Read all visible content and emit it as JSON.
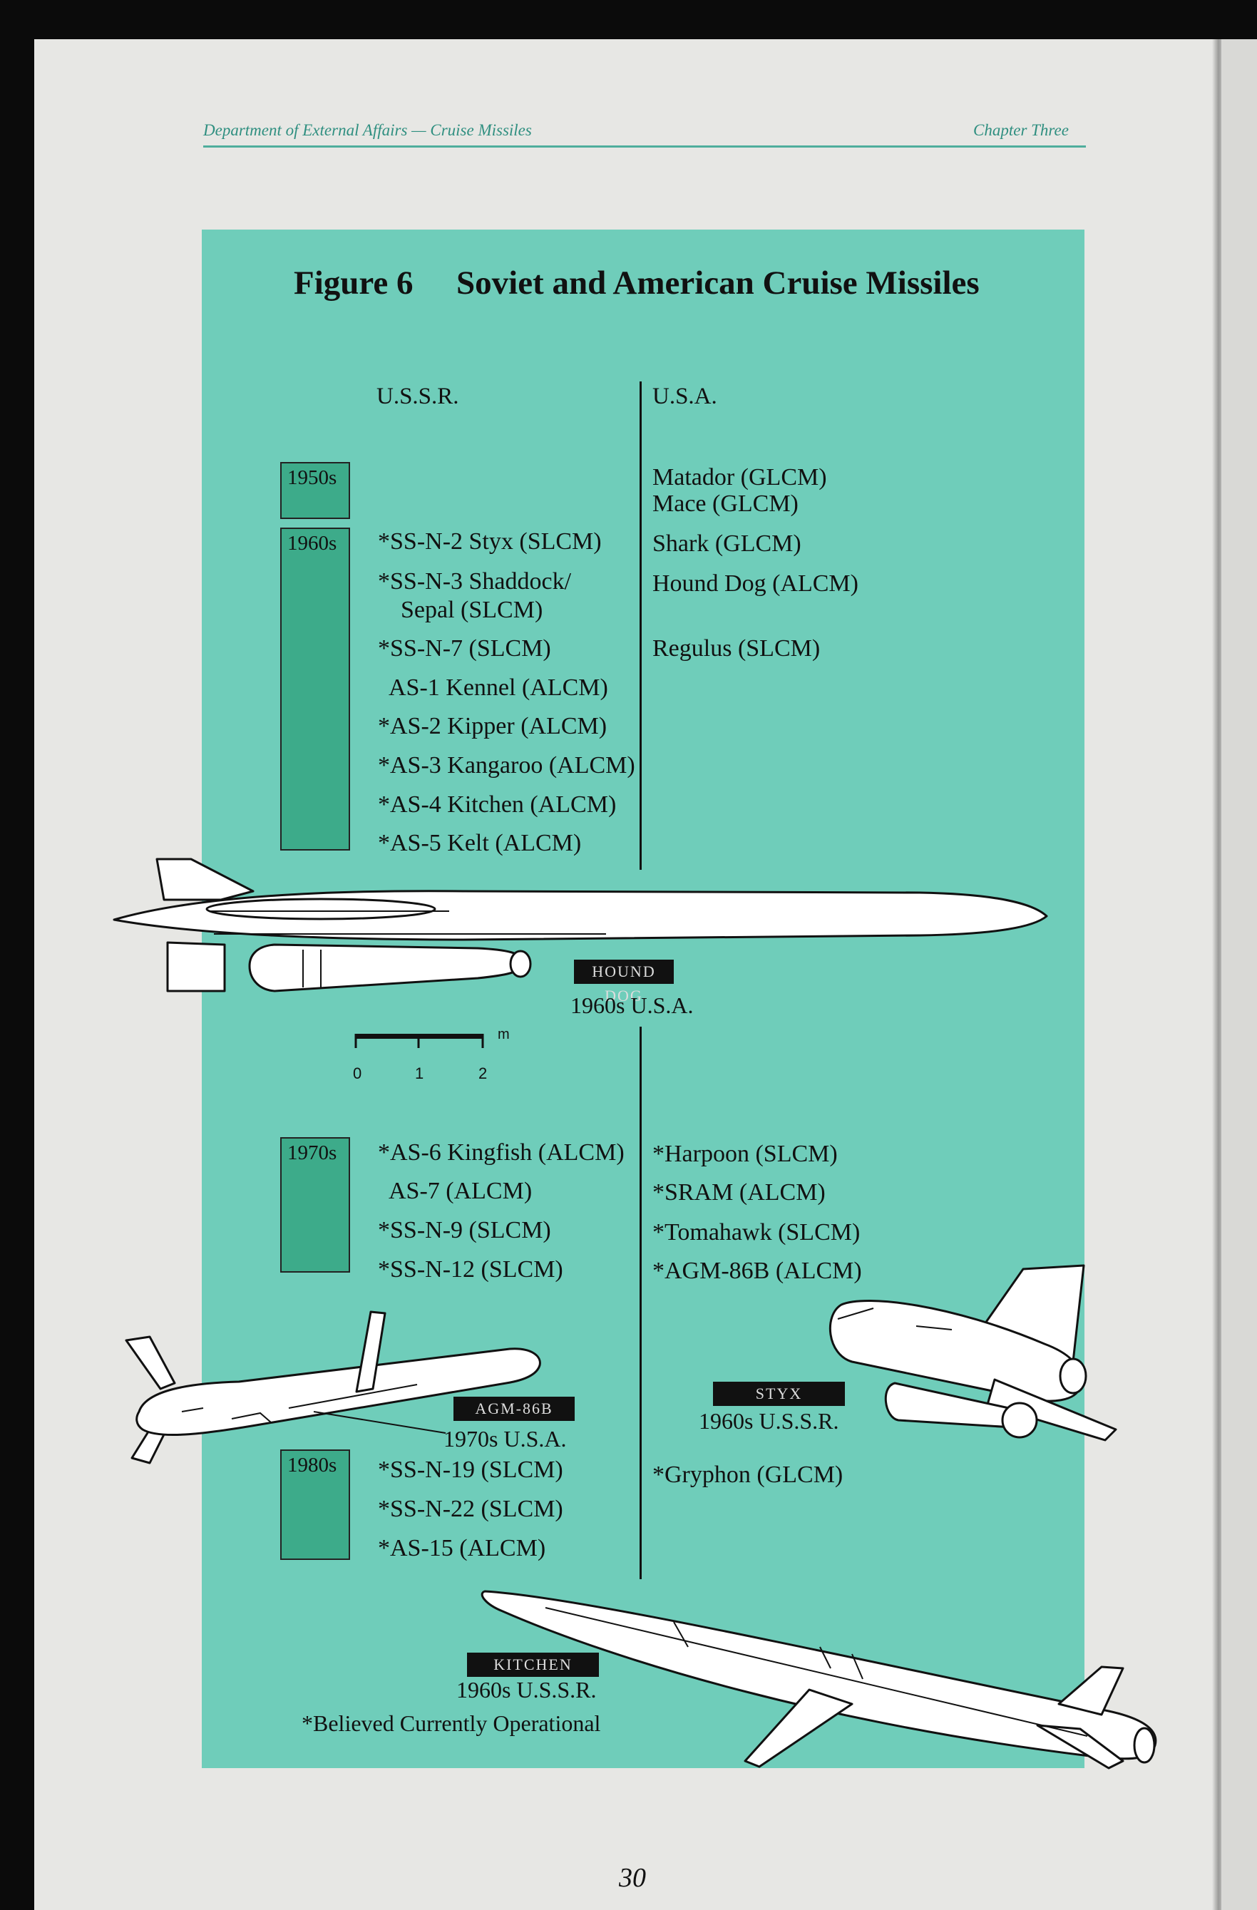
{
  "header": {
    "left": "Department of External Affairs — Cruise Missiles",
    "right": "Chapter Three"
  },
  "figure": {
    "number": "Figure 6",
    "title": "Soviet and American Cruise Missiles"
  },
  "columns": {
    "left": "U.S.S.R.",
    "right": "U.S.A."
  },
  "decades": [
    "1950s",
    "1960s",
    "1970s",
    "1980s"
  ],
  "ussr": {
    "d1960s": [
      "*SS-N-2 Styx (SLCM)",
      "*SS-N-3 Shaddock/",
      "Sepal (SLCM)",
      "*SS-N-7 (SLCM)",
      "AS-1 Kennel (ALCM)",
      "*AS-2 Kipper (ALCM)",
      "*AS-3 Kangaroo (ALCM)",
      "*AS-4 Kitchen (ALCM)",
      "*AS-5 Kelt (ALCM)"
    ],
    "d1970s": [
      "*AS-6 Kingfish (ALCM)",
      "AS-7 (ALCM)",
      "*SS-N-9 (SLCM)",
      "*SS-N-12 (SLCM)"
    ],
    "d1980s": [
      "*SS-N-19 (SLCM)",
      "*SS-N-22 (SLCM)",
      "*AS-15 (ALCM)"
    ]
  },
  "usa": {
    "d1950s": [
      "Matador (GLCM)",
      "Mace (GLCM)"
    ],
    "d1960s": [
      "Shark (GLCM)",
      "Hound Dog (ALCM)",
      "Regulus (SLCM)"
    ],
    "d1970s": [
      "*Harpoon (SLCM)",
      "*SRAM (ALCM)",
      "*Tomahawk (SLCM)",
      "*AGM-86B (ALCM)"
    ],
    "d1980s": [
      "*Gryphon (GLCM)"
    ]
  },
  "captions": {
    "hound_dog": {
      "name": "HOUND DOG",
      "year": "1960s U.S.A."
    },
    "agm86b": {
      "name": "AGM-86B",
      "year": "1970s U.S.A."
    },
    "styx": {
      "name": "STYX",
      "year": "1960s U.S.S.R."
    },
    "kitchen": {
      "name": "KITCHEN",
      "year": "1960s U.S.S.R."
    }
  },
  "scale": {
    "unit": "m",
    "ticks": [
      "0",
      "1",
      "2"
    ]
  },
  "footnote": "*Believed Currently Operational",
  "page_number": "30",
  "colors": {
    "panel": "#6fcdba",
    "decade_bar": "#3dab8a",
    "header_text": "#2f8f80"
  }
}
